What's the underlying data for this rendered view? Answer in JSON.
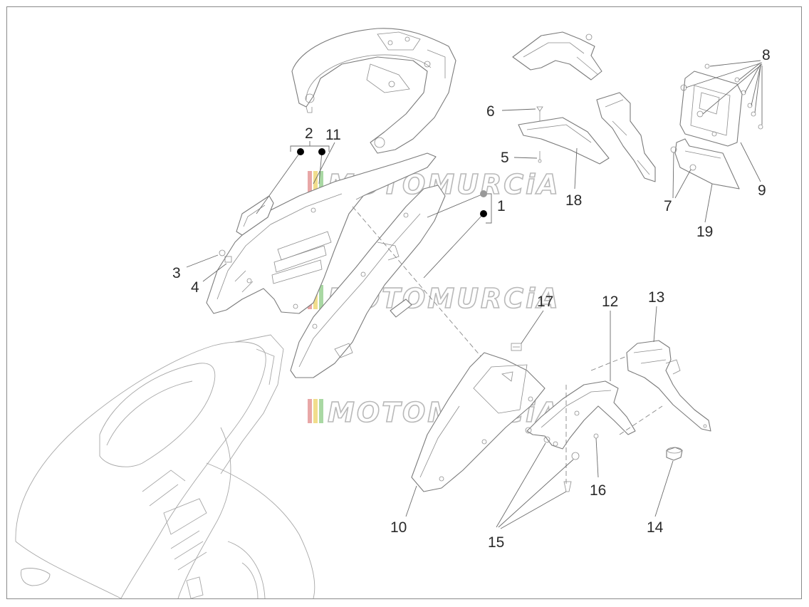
{
  "watermark": {
    "text": "MOTOMURCiA",
    "stripe_colors": [
      "#e8a7a7",
      "#f1dd8c",
      "#a9d8a3"
    ]
  },
  "callouts": {
    "c1": "1",
    "c2": "2",
    "c3": "3",
    "c4": "4",
    "c5": "5",
    "c6": "6",
    "c7": "7",
    "c8": "8",
    "c9": "9",
    "c10": "10",
    "c11": "11",
    "c12": "12",
    "c13": "13",
    "c14": "14",
    "c15": "15",
    "c16": "16",
    "c17": "17",
    "c18": "18",
    "c19": "19"
  },
  "colors": {
    "line": "#7b7b7b",
    "frame": "#8a8a8a",
    "marker": "#000000"
  }
}
